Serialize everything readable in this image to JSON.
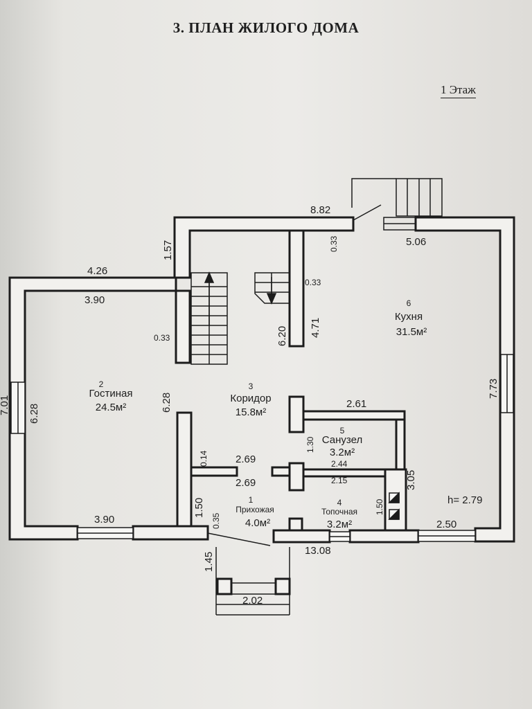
{
  "document": {
    "title": "3. ПЛАН ЖИЛОГО ДОМА",
    "floor_label": "1 Этаж"
  },
  "rooms": [
    {
      "id": "r1",
      "number": "1",
      "name": "Прихожая",
      "area": "4.0м²"
    },
    {
      "id": "r2",
      "number": "2",
      "name": "Гостиная",
      "area": "24.5м²"
    },
    {
      "id": "r3",
      "number": "3",
      "name": "Коридор",
      "area": "15.8м²"
    },
    {
      "id": "r4",
      "number": "4",
      "name": "Топочная",
      "area": "3.2м²"
    },
    {
      "id": "r5",
      "number": "5",
      "name": "Санузел",
      "area": "3.2м²"
    },
    {
      "id": "r6",
      "number": "6",
      "name": "Кухня",
      "area": "31.5м²"
    }
  ],
  "dimensions": {
    "d882": "8.82",
    "d157": "1.57",
    "d426": "4.26",
    "d390a": "3.90",
    "d033a": "0.33",
    "d033b": "0.33",
    "d033c": "0.33",
    "d506": "5.06",
    "d620": "6.20",
    "d471": "4.71",
    "d701": "7.01",
    "d628a": "6.28",
    "d628b": "6.28",
    "d773": "7.73",
    "d261": "2.61",
    "d130": "1.30",
    "d014": "0.14",
    "d269a": "2.69",
    "d269b": "2.69",
    "d244": "2.44",
    "d215": "2.15",
    "d305": "3.05",
    "d150a": "1.50",
    "d150b": "1.50",
    "d035": "0.35",
    "d390b": "3.90",
    "d250": "2.50",
    "d1308": "13.08",
    "d145": "1.45",
    "d202": "2.02"
  },
  "ceiling_height": "h= 2.79"
}
